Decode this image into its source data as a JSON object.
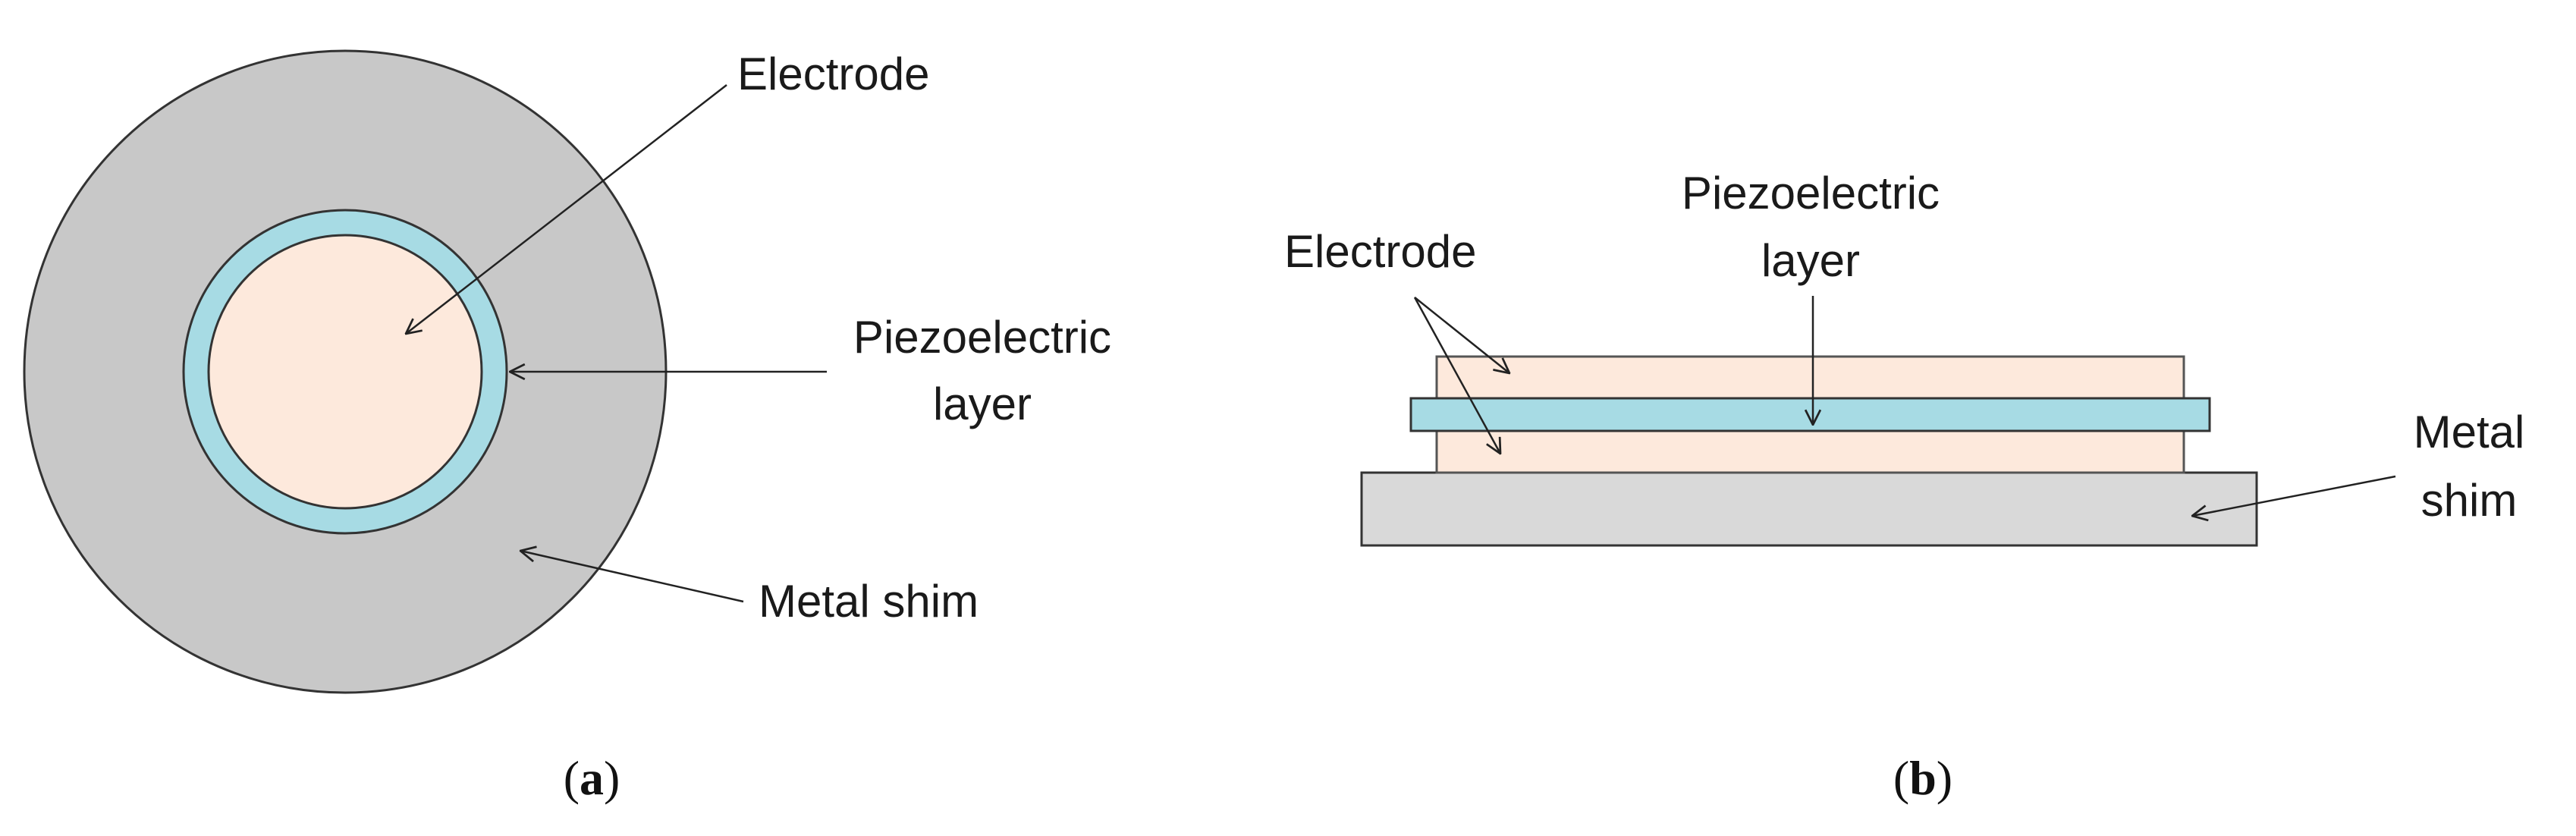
{
  "panel_a": {
    "caption_letter": "a",
    "labels": {
      "electrode": "Electrode",
      "piezo_line1": "Piezoelectric",
      "piezo_line2": "layer",
      "metal_shim": "Metal shim"
    }
  },
  "panel_b": {
    "caption_letter": "b",
    "labels": {
      "piezo_line1": "Piezoelectric",
      "piezo_line2": "layer",
      "electrode": "Electrode",
      "metal_line1": "Metal",
      "metal_line2": "shim"
    }
  },
  "colors": {
    "metal_shim_a": "#c8c8c8",
    "metal_shim_b": "#d9d9d9",
    "piezoelectric": "#a7dbe4",
    "electrode": "#fde9dc",
    "outline": "#333333"
  }
}
